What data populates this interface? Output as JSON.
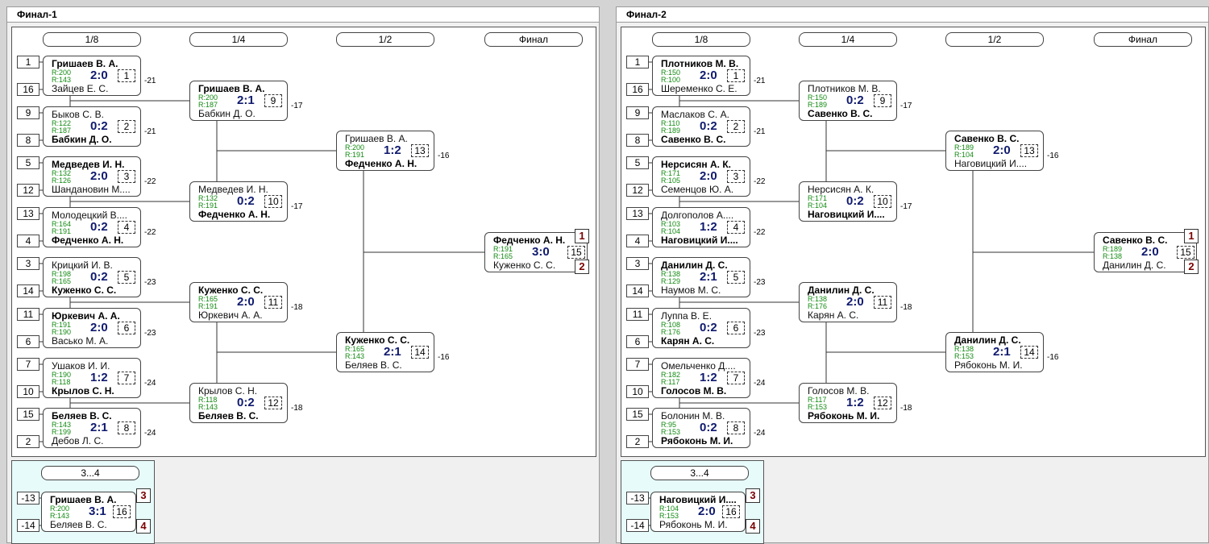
{
  "panels": [
    {
      "title": "Финал-1",
      "stages": [
        "1/8",
        "1/4",
        "1/2",
        "Финал"
      ],
      "third_label": "3...4",
      "seeds": [
        "1",
        "16",
        "9",
        "8",
        "5",
        "12",
        "13",
        "4",
        "3",
        "14",
        "11",
        "6",
        "7",
        "10",
        "15",
        "2"
      ],
      "third_seeds": [
        "-13",
        "-14"
      ],
      "places": [
        "1",
        "2",
        "3",
        "4"
      ],
      "r1": [
        {
          "p1": "Гришаев В. А.",
          "p2": "Зайцев Е. С.",
          "w": 1,
          "r1": "R:200",
          "r2": "R:143",
          "score": "2:0",
          "num": "1",
          "loser": "-21"
        },
        {
          "p1": "Быков С. В.",
          "p2": "Бабкин Д. О.",
          "w": 2,
          "r1": "R:122",
          "r2": "R:187",
          "score": "0:2",
          "num": "2",
          "loser": "-21"
        },
        {
          "p1": "Медведев И. Н.",
          "p2": "Шандановин М....",
          "w": 1,
          "r1": "R:132",
          "r2": "R:126",
          "score": "2:0",
          "num": "3",
          "loser": "-22"
        },
        {
          "p1": "Молодецкий В....",
          "p2": "Федченко А. Н.",
          "w": 2,
          "r1": "R:164",
          "r2": "R:191",
          "score": "0:2",
          "num": "4",
          "loser": "-22"
        },
        {
          "p1": "Крицкий И. В.",
          "p2": "Куженко С. С.",
          "w": 2,
          "r1": "R:198",
          "r2": "R:165",
          "score": "0:2",
          "num": "5",
          "loser": "-23"
        },
        {
          "p1": "Юркевич А. А.",
          "p2": "Васько М. А.",
          "w": 1,
          "r1": "R:191",
          "r2": "R:190",
          "score": "2:0",
          "num": "6",
          "loser": "-23"
        },
        {
          "p1": "Ушаков И. И.",
          "p2": "Крылов С. Н.",
          "w": 2,
          "r1": "R:190",
          "r2": "R:118",
          "score": "1:2",
          "num": "7",
          "loser": "-24"
        },
        {
          "p1": "Беляев В. С.",
          "p2": "Дебов Л. С.",
          "w": 1,
          "r1": "R:143",
          "r2": "R:199",
          "score": "2:1",
          "num": "8",
          "loser": "-24"
        }
      ],
      "r2": [
        {
          "p1": "Гришаев В. А.",
          "p2": "Бабкин Д. О.",
          "w": 1,
          "r1": "R:200",
          "r2": "R:187",
          "score": "2:1",
          "num": "9",
          "loser": "-17"
        },
        {
          "p1": "Медведев И. Н.",
          "p2": "Федченко А. Н.",
          "w": 2,
          "r1": "R:132",
          "r2": "R:191",
          "score": "0:2",
          "num": "10",
          "loser": "-17"
        },
        {
          "p1": "Куженко С. С.",
          "p2": "Юркевич А. А.",
          "w": 1,
          "r1": "R:165",
          "r2": "R:191",
          "score": "2:0",
          "num": "11",
          "loser": "-18"
        },
        {
          "p1": "Крылов С. Н.",
          "p2": "Беляев В. С.",
          "w": 2,
          "r1": "R:118",
          "r2": "R:143",
          "score": "0:2",
          "num": "12",
          "loser": "-18"
        }
      ],
      "r3": [
        {
          "p1": "Гришаев В. А.",
          "p2": "Федченко А. Н.",
          "w": 2,
          "r1": "R:200",
          "r2": "R:191",
          "score": "1:2",
          "num": "13",
          "loser": "-16"
        },
        {
          "p1": "Куженко С. С.",
          "p2": "Беляев В. С.",
          "w": 1,
          "r1": "R:165",
          "r2": "R:143",
          "score": "2:1",
          "num": "14",
          "loser": "-16"
        }
      ],
      "final": {
        "p1": "Федченко А. Н.",
        "p2": "Куженко С. С.",
        "w": 1,
        "r1": "R:191",
        "r2": "R:165",
        "score": "3:0",
        "num": "15"
      },
      "third": {
        "p1": "Гришаев В. А.",
        "p2": "Беляев В. С.",
        "w": 1,
        "r1": "R:200",
        "r2": "R:143",
        "score": "3:1",
        "num": "16"
      }
    },
    {
      "title": "Финал-2",
      "stages": [
        "1/8",
        "1/4",
        "1/2",
        "Финал"
      ],
      "third_label": "3...4",
      "seeds": [
        "1",
        "16",
        "9",
        "8",
        "5",
        "12",
        "13",
        "4",
        "3",
        "14",
        "11",
        "6",
        "7",
        "10",
        "15",
        "2"
      ],
      "third_seeds": [
        "-13",
        "-14"
      ],
      "places": [
        "1",
        "2",
        "3",
        "4"
      ],
      "r1": [
        {
          "p1": "Плотников М. В.",
          "p2": "Шеременко С. Е.",
          "w": 1,
          "r1": "R:150",
          "r2": "R:100",
          "score": "2:0",
          "num": "1",
          "loser": "-21"
        },
        {
          "p1": "Маслаков С. А.",
          "p2": "Савенко В. С.",
          "w": 2,
          "r1": "R:110",
          "r2": "R:189",
          "score": "0:2",
          "num": "2",
          "loser": "-21"
        },
        {
          "p1": "Нерсисян А. К.",
          "p2": "Семенцов Ю. А.",
          "w": 1,
          "r1": "R:171",
          "r2": "R:105",
          "score": "2:0",
          "num": "3",
          "loser": "-22"
        },
        {
          "p1": "Долгополов А....",
          "p2": "Наговицкий И....",
          "w": 2,
          "r1": "R:103",
          "r2": "R:104",
          "score": "1:2",
          "num": "4",
          "loser": "-22"
        },
        {
          "p1": "Данилин Д. С.",
          "p2": "Наумов М. С.",
          "w": 1,
          "r1": "R:138",
          "r2": "R:129",
          "score": "2:1",
          "num": "5",
          "loser": "-23"
        },
        {
          "p1": "Луппа В. Е.",
          "p2": "Карян А. С.",
          "w": 2,
          "r1": "R:108",
          "r2": "R:176",
          "score": "0:2",
          "num": "6",
          "loser": "-23"
        },
        {
          "p1": "Омельченко Д....",
          "p2": "Голосов М. В.",
          "w": 2,
          "r1": "R:182",
          "r2": "R:117",
          "score": "1:2",
          "num": "7",
          "loser": "-24"
        },
        {
          "p1": "Болонин М. В.",
          "p2": "Рябоконь М. И.",
          "w": 2,
          "r1": "R:95",
          "r2": "R:153",
          "score": "0:2",
          "num": "8",
          "loser": "-24"
        }
      ],
      "r2": [
        {
          "p1": "Плотников М. В.",
          "p2": "Савенко В. С.",
          "w": 2,
          "r1": "R:150",
          "r2": "R:189",
          "score": "0:2",
          "num": "9",
          "loser": "-17"
        },
        {
          "p1": "Нерсисян А. К.",
          "p2": "Наговицкий И....",
          "w": 2,
          "r1": "R:171",
          "r2": "R:104",
          "score": "0:2",
          "num": "10",
          "loser": "-17"
        },
        {
          "p1": "Данилин Д. С.",
          "p2": "Карян А. С.",
          "w": 1,
          "r1": "R:138",
          "r2": "R:176",
          "score": "2:0",
          "num": "11",
          "loser": "-18"
        },
        {
          "p1": "Голосов М. В.",
          "p2": "Рябоконь М. И.",
          "w": 2,
          "r1": "R:117",
          "r2": "R:153",
          "score": "1:2",
          "num": "12",
          "loser": "-18"
        }
      ],
      "r3": [
        {
          "p1": "Савенко В. С.",
          "p2": "Наговицкий И....",
          "w": 1,
          "r1": "R:189",
          "r2": "R:104",
          "score": "2:0",
          "num": "13",
          "loser": "-16"
        },
        {
          "p1": "Данилин Д. С.",
          "p2": "Рябоконь М. И.",
          "w": 1,
          "r1": "R:138",
          "r2": "R:153",
          "score": "2:1",
          "num": "14",
          "loser": "-16"
        }
      ],
      "final": {
        "p1": "Савенко В. С.",
        "p2": "Данилин Д. С.",
        "w": 1,
        "r1": "R:189",
        "r2": "R:138",
        "score": "2:0",
        "num": "15"
      },
      "third": {
        "p1": "Наговицкий И....",
        "p2": "Рябоконь М. И.",
        "w": 1,
        "r1": "R:104",
        "r2": "R:153",
        "score": "2:0",
        "num": "16"
      }
    }
  ]
}
